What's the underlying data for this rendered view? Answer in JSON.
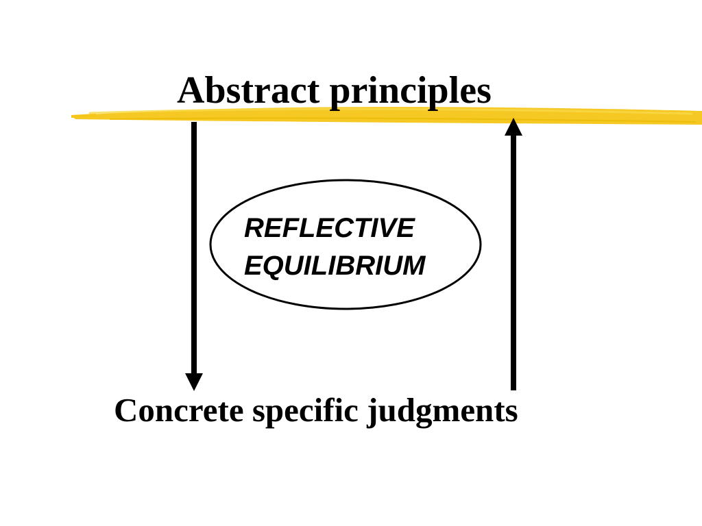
{
  "slide": {
    "top_heading": "Abstract principles",
    "bottom_heading": "Concrete specific judgments",
    "center_label_lines": [
      "REFLECTIVE",
      "EQUILIBRIUM"
    ]
  },
  "colors": {
    "highlighter": "#f5c518",
    "highlighter_light": "#f8d94a",
    "text": "#000000",
    "background": "#ffffff"
  },
  "icons": {
    "down_arrow": "arrow-down-icon",
    "up_arrow": "arrow-up-icon"
  }
}
